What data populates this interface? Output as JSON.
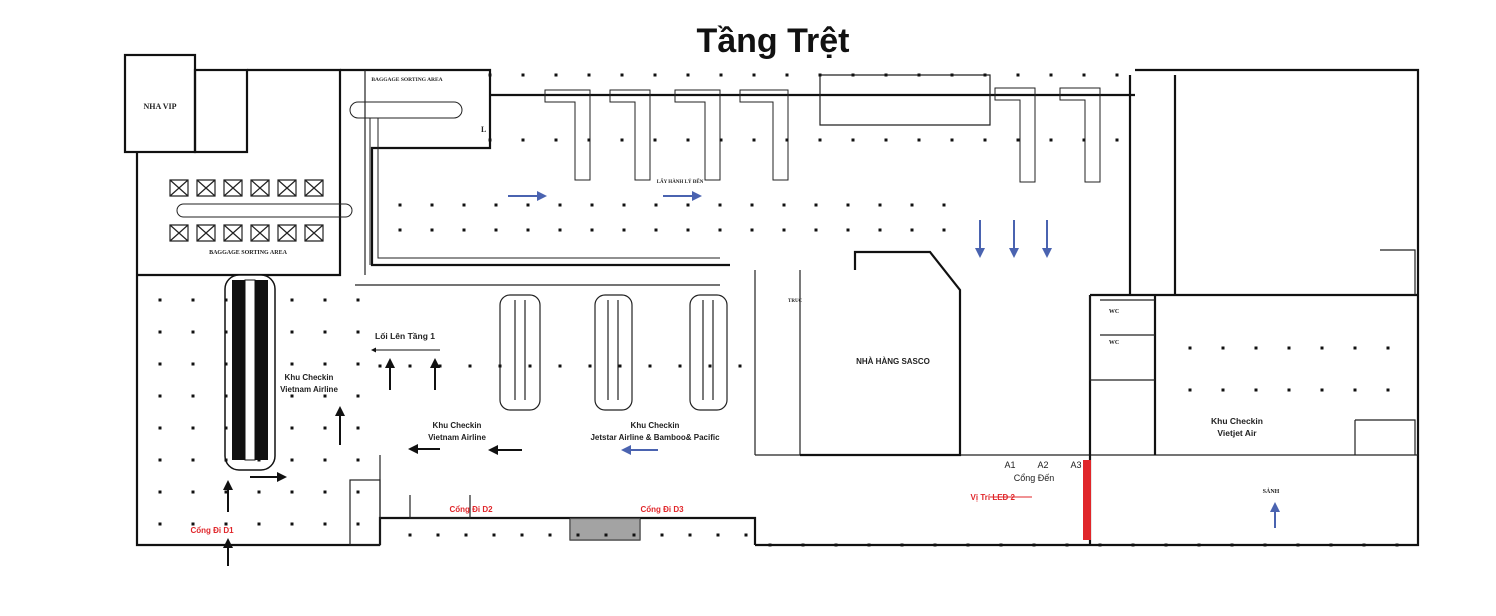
{
  "title": "Tầng Trệt",
  "colors": {
    "arrow_blue": "#4a63b0",
    "led_red": "#e0262a",
    "gate_red": "#e0262a",
    "wall": "#111111"
  },
  "rooms": {
    "vip": "NHA VIP",
    "baggage_sorting_1": "BAGGAGE SORTING AREA",
    "baggage_sorting_2": "BAGGAGE SORTING AREA",
    "baggage_claim": "LẤY HÀNH LÝ ĐẾN",
    "l_mark": "L",
    "restaurant": "NHÀ HÀNG SASCO",
    "wc_1": "WC",
    "wc_2": "WC",
    "truc": "TRUC",
    "lobby": "SẢNH"
  },
  "labels": {
    "stairs_up": "Lối Lên Tầng 1",
    "checkin_vn_1": {
      "line1": "Khu Checkin",
      "line2": "Vietnam Airline"
    },
    "checkin_vn_2": {
      "line1": "Khu Checkin",
      "line2": "Vietnam Airline"
    },
    "checkin_jetstar": {
      "line1": "Khu Checkin",
      "line2": "Jetstar Airline & Bamboo& Pacific"
    },
    "checkin_vietjet": {
      "line1": "Khu Checkin",
      "line2": "Vietjet Air"
    }
  },
  "gates": {
    "d1": "Cổng Đi D1",
    "d2": "Cổng Đi D2",
    "d3": "Cổng Đi D3",
    "a1": "A1",
    "a2": "A2",
    "a3": "A3",
    "arrival": "Cổng Đến"
  },
  "led": {
    "label": "Vị Trí LED 2"
  }
}
